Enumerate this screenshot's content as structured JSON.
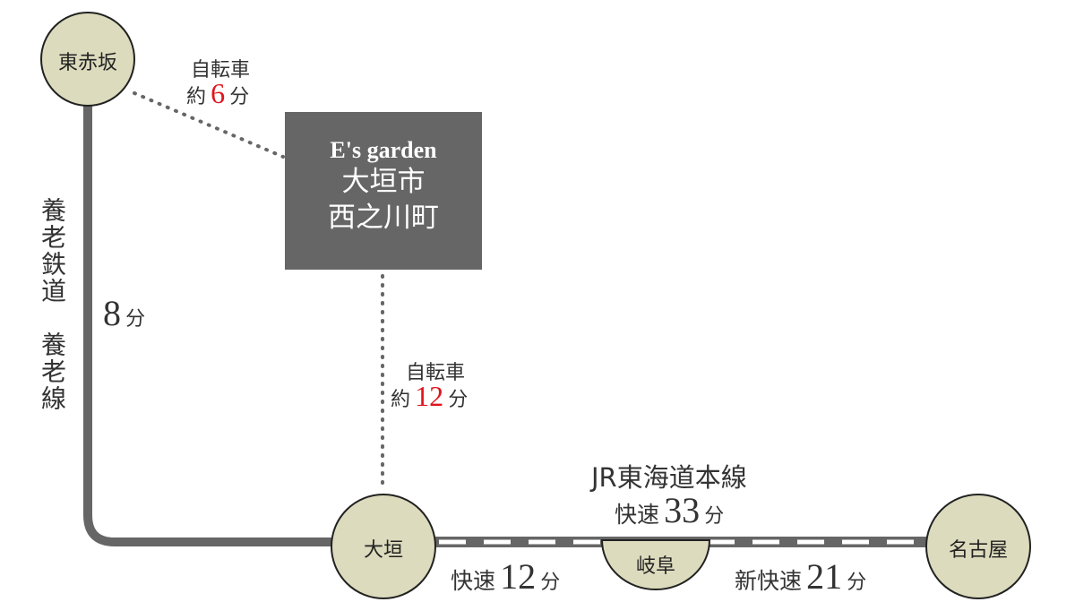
{
  "stations": {
    "higashiakasaka": "東赤坂",
    "ogaki": "大垣",
    "gifu": "岐阜",
    "nagoya": "名古屋"
  },
  "destination": {
    "brand": "E's garden",
    "city": "大垣市",
    "town": "西之川町"
  },
  "bike1": {
    "mode": "自転車",
    "prefix": "約",
    "minutes": "6",
    "unit": "分"
  },
  "bike2": {
    "mode": "自転車",
    "prefix": "約",
    "minutes": "12",
    "unit": "分"
  },
  "yoro": {
    "line": "養老鉄道　養老線",
    "minutes": "8",
    "unit": "分"
  },
  "jr": {
    "line": "JR東海道本線",
    "service": "快速",
    "minutes": "33",
    "unit": "分"
  },
  "seg1": {
    "service": "快速",
    "minutes": "12",
    "unit": "分"
  },
  "seg2": {
    "service": "新快速",
    "minutes": "21",
    "unit": "分"
  },
  "colors": {
    "station_fill": "#dcdbbd",
    "track": "#666666",
    "box": "#666666",
    "accent": "#e0141e"
  }
}
